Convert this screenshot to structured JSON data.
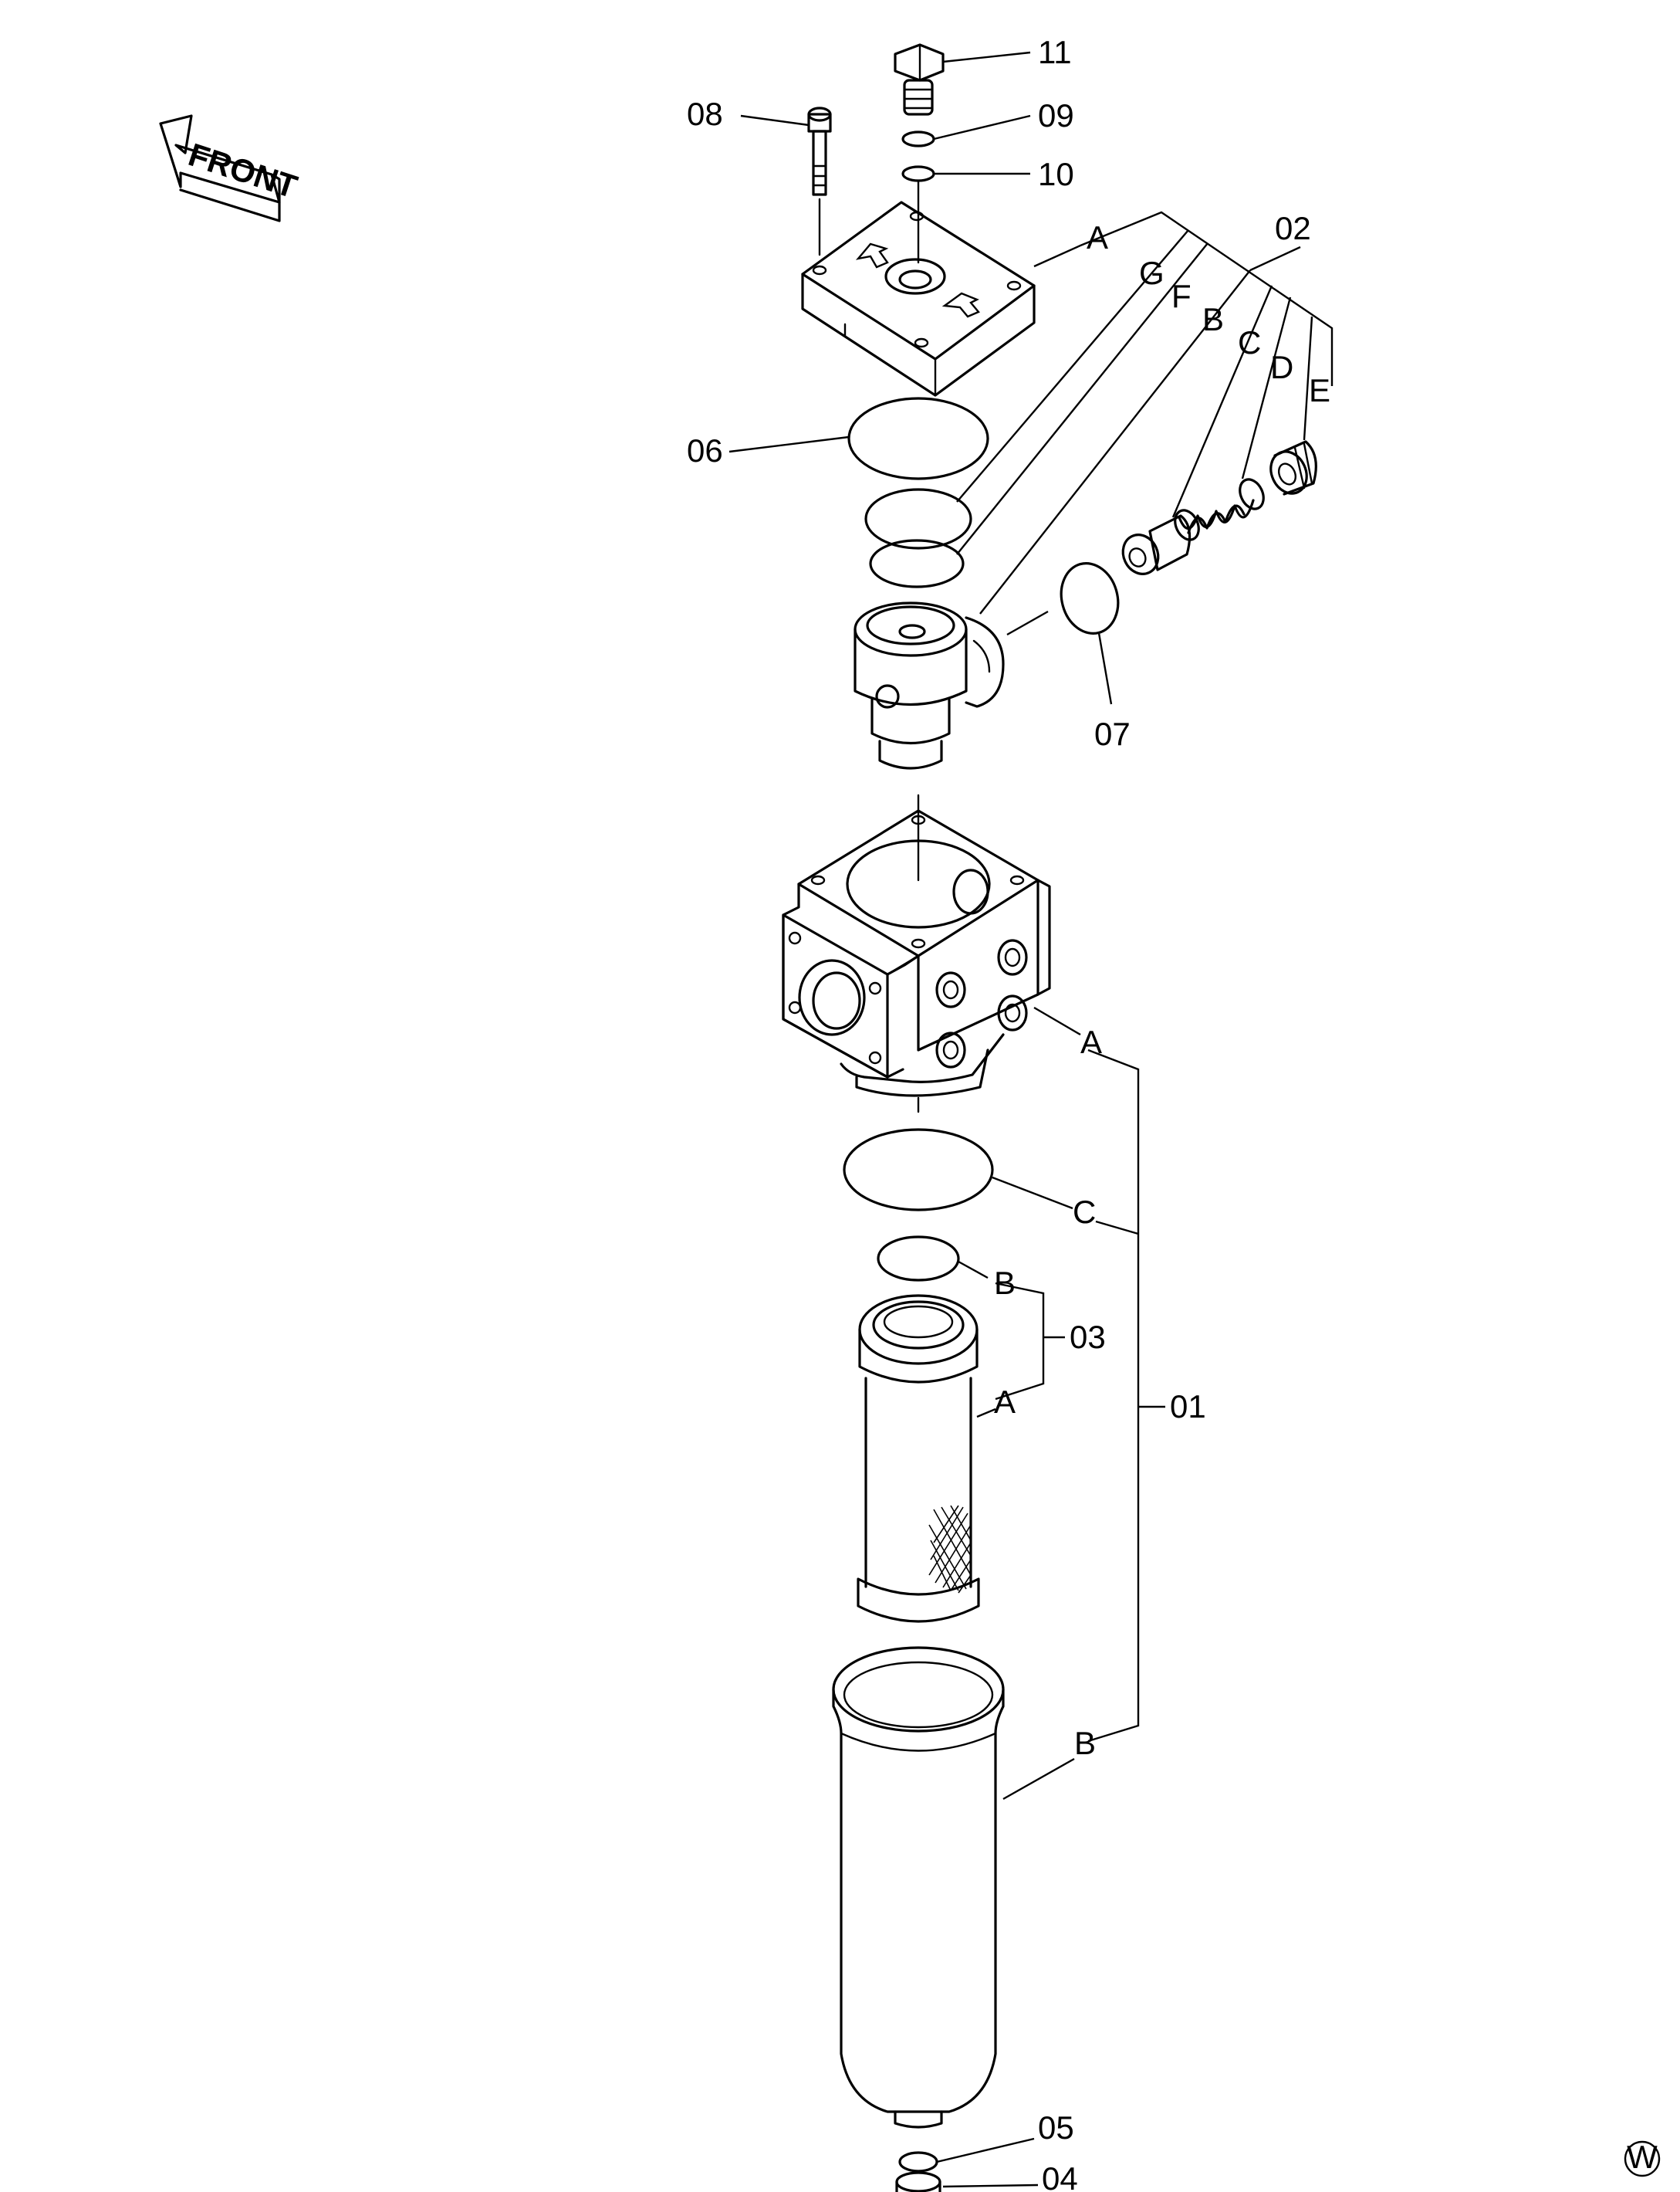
{
  "front_arrow": {
    "text": "FRONT"
  },
  "watermark": {
    "text": "W"
  },
  "part_labels": {
    "p01": "01",
    "p02": "02",
    "p03": "03",
    "p04": "04",
    "p05": "05",
    "p06": "06",
    "p07": "07",
    "p08": "08",
    "p09": "09",
    "p10": "10",
    "p11": "11"
  },
  "letter_labels": {
    "top_A": "A",
    "top_G": "G",
    "top_F": "F",
    "top_B": "B",
    "top_C": "C",
    "top_D": "D",
    "top_E": "E",
    "mid_A": "A",
    "mid_C": "C",
    "f_B": "B",
    "f_A": "A",
    "bowl_B": "B"
  },
  "colors": {
    "line": "#000000",
    "background": "#ffffff"
  }
}
